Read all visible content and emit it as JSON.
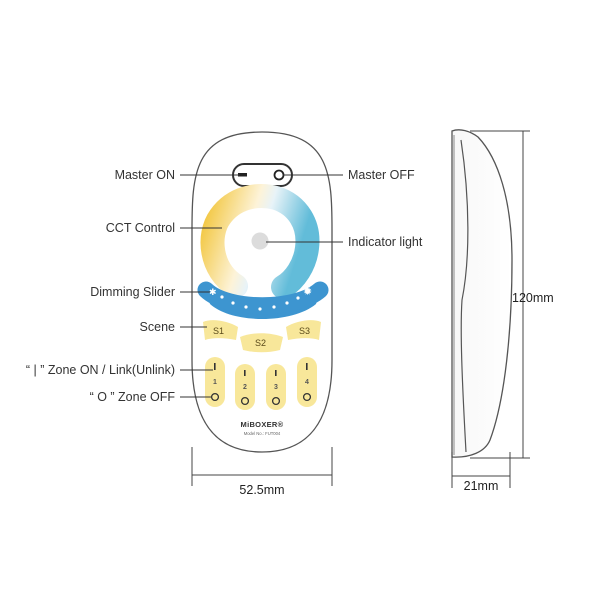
{
  "callouts": {
    "master_on": "Master ON",
    "master_off": "Master OFF",
    "cct_control": "CCT Control",
    "indicator_light": "Indicator light",
    "dimming_slider": "Dimming Slider",
    "scene": "Scene",
    "zone_on": "“ | ” Zone ON / Link(Unlink)",
    "zone_off": "“ O ” Zone OFF"
  },
  "remote": {
    "scene_buttons": [
      "S1",
      "S2",
      "S3"
    ],
    "zone_buttons": [
      "1",
      "2",
      "3",
      "4"
    ],
    "brand": "MiBOXER®",
    "model": "Model No.: FUT004"
  },
  "dimensions": {
    "width": "52.5mm",
    "height": "120mm",
    "thickness": "21mm"
  },
  "colors": {
    "warm": "#f2c94c",
    "cool": "#6bbfdc",
    "slider": "#3d95d0",
    "button_yellow": "#f8e79a",
    "outline": "#444444"
  }
}
